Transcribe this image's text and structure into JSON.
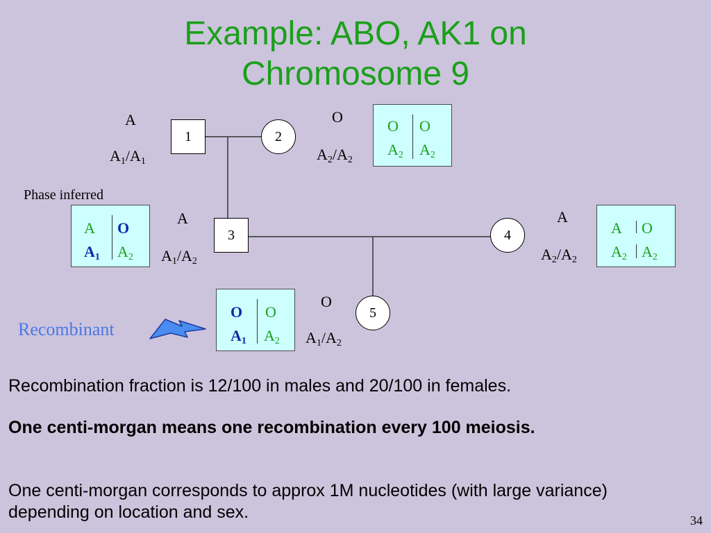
{
  "slide": {
    "title_line1": "Example: ABO, AK1 on",
    "title_line2": "Chromosome 9",
    "number": "34"
  },
  "pedigree": {
    "individuals": [
      {
        "id": "1",
        "shape": "square",
        "phenotype": "A",
        "genotype_base": "A",
        "genotype_sub1": "1",
        "genotype_sep": "/A",
        "genotype_sub2": "1"
      },
      {
        "id": "2",
        "shape": "circle",
        "phenotype": "O",
        "genotype_base": "A",
        "genotype_sub1": "2",
        "genotype_sep": "/A",
        "genotype_sub2": "2"
      },
      {
        "id": "3",
        "shape": "square",
        "phenotype": "A",
        "genotype_base": "A",
        "genotype_sub1": "1",
        "genotype_sep": "/A",
        "genotype_sub2": "2"
      },
      {
        "id": "4",
        "shape": "circle",
        "phenotype": "A",
        "genotype_base": "A",
        "genotype_sub1": "2",
        "genotype_sep": "/A",
        "genotype_sub2": "2"
      },
      {
        "id": "5",
        "shape": "circle",
        "phenotype": "O",
        "genotype_base": "A",
        "genotype_sub1": "1",
        "genotype_sep": "/A",
        "genotype_sub2": "2"
      }
    ],
    "phase_label": "Phase inferred",
    "recombinant_label": "Recombinant",
    "haplotypes": {
      "ind2": {
        "top_left": "O",
        "top_right": "O",
        "bot_left": "A",
        "bot_left_sub": "2",
        "bot_right": "A",
        "bot_right_sub": "2"
      },
      "ind3": {
        "top_left": "A",
        "top_right": "O",
        "bot_left": "A",
        "bot_left_sub": "1",
        "bot_right": "A",
        "bot_right_sub": "2"
      },
      "ind4": {
        "top_left": "A",
        "top_right": "O",
        "bot_left": "A",
        "bot_left_sub": "2",
        "bot_right": "A",
        "bot_right_sub": "2"
      },
      "ind5": {
        "top_left": "O",
        "top_right": "O",
        "bot_left": "A",
        "bot_left_sub": "1",
        "bot_right": "A",
        "bot_right_sub": "2"
      }
    }
  },
  "text": {
    "p1": "Recombination fraction is 12/100 in males and 20/100 in females.",
    "p2": "One centi-morgan means one recombination every 100 meiosis.",
    "p3": "One centi-morgan corresponds to approx 1M nucleotides (with large variance) depending on location and sex."
  },
  "colors": {
    "background": "#ccc4dc",
    "title": "#1aa01a",
    "haplotype_box": "#ccfffe",
    "recombinant": "#4a78e6",
    "bold_allele": "#0a2aa8"
  }
}
